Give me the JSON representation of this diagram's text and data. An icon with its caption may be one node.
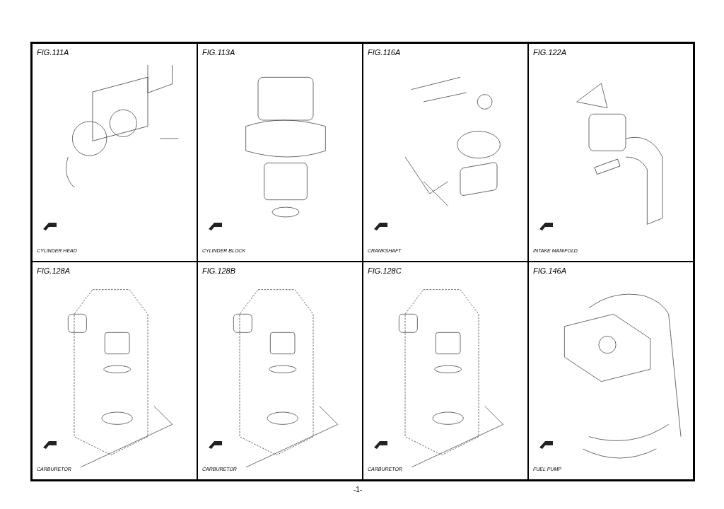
{
  "diagram": {
    "nodes": [
      {
        "text": [
          "FIG.111A",
          "CYLINDER HEAD"
        ]
      },
      {
        "text": [
          "FIG.113A",
          "CYLINDER BLOCK"
        ]
      },
      {
        "text": [
          "FIG.116A",
          "CRANKSHAFT"
        ]
      },
      {
        "text": [
          "FIG.122A",
          "INTAKE MANIFOLD"
        ]
      },
      {
        "text": [
          "FIG.128A",
          "CARBURETOR"
        ]
      },
      {
        "text": [
          "FIG.128B",
          "CARBURETOR"
        ]
      },
      {
        "text": [
          "FIG.128C",
          "CARBURETOR"
        ]
      },
      {
        "text": [
          "FIG.146A",
          "FUEL PUMP"
        ]
      }
    ],
    "labels": [
      "-1-"
    ]
  }
}
